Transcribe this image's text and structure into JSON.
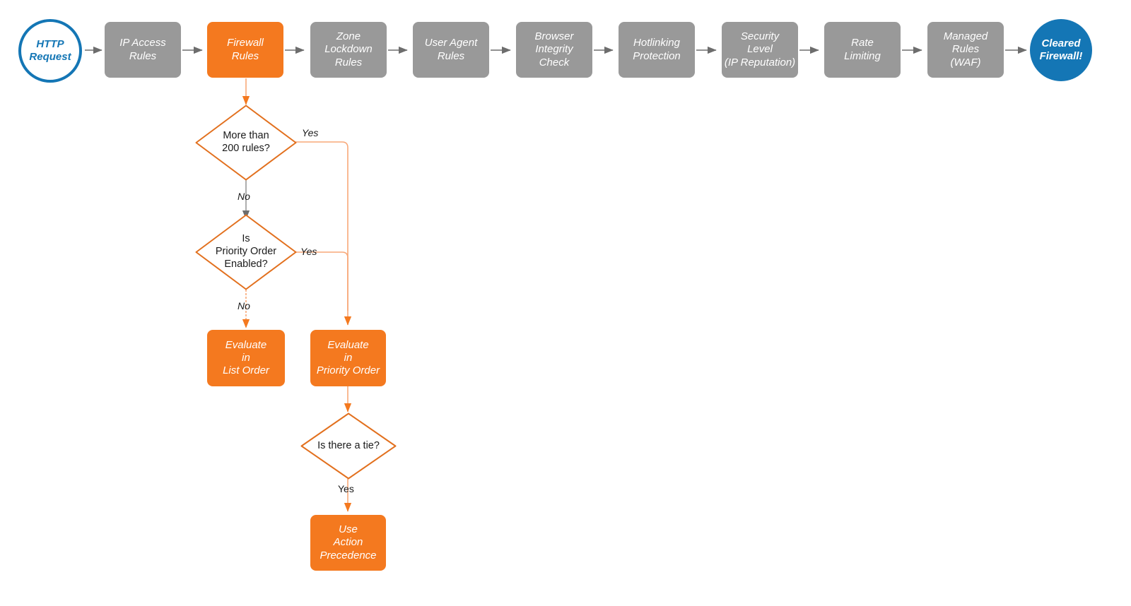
{
  "diagram": {
    "title": "Cloudflare request firewall evaluation order flowchart",
    "colors": {
      "grey_fill": "#999999",
      "orange_fill": "#F4791F",
      "orange_stroke": "#E2701E",
      "orange_edge_light": "#F8A878",
      "blue": "#1476B5",
      "grey_edge": "#6D6D6D",
      "text_dark": "#1a1a1a",
      "background": "#ffffff"
    },
    "pipeline": [
      {
        "id": "http-request",
        "label": "HTTP\nRequest",
        "shape": "circle-open",
        "style": "blue"
      },
      {
        "id": "ip-access-rules",
        "label": "IP Access\nRules",
        "shape": "box",
        "style": "grey"
      },
      {
        "id": "firewall-rules",
        "label": "Firewall\nRules",
        "shape": "box",
        "style": "orange"
      },
      {
        "id": "zone-lockdown-rules",
        "label": "Zone\nLockdown\nRules",
        "shape": "box",
        "style": "grey"
      },
      {
        "id": "user-agent-rules",
        "label": "User Agent\nRules",
        "shape": "box",
        "style": "grey"
      },
      {
        "id": "browser-integrity",
        "label": "Browser\nIntegrity\nCheck",
        "shape": "box",
        "style": "grey"
      },
      {
        "id": "hotlinking",
        "label": "Hotlinking\nProtection",
        "shape": "box",
        "style": "grey"
      },
      {
        "id": "security-level",
        "label": "Security\nLevel\n(IP Reputation)",
        "shape": "box",
        "style": "grey"
      },
      {
        "id": "rate-limiting",
        "label": "Rate\nLimiting",
        "shape": "box",
        "style": "grey"
      },
      {
        "id": "managed-rules-waf",
        "label": "Managed\nRules\n(WAF)",
        "shape": "box",
        "style": "grey"
      },
      {
        "id": "cleared-firewall",
        "label": "Cleared\nFirewall!",
        "shape": "circle-filled",
        "style": "blue"
      }
    ],
    "decisions": [
      {
        "id": "more-than-200-rules",
        "label": "More than\n200 rules?"
      },
      {
        "id": "priority-order-enabled",
        "label": "Is\nPriority Order\nEnabled?"
      },
      {
        "id": "is-there-a-tie",
        "label": "Is there a tie?"
      }
    ],
    "outcomes": [
      {
        "id": "evaluate-list-order",
        "label": "Evaluate\nin\nList Order"
      },
      {
        "id": "evaluate-priority-order",
        "label": "Evaluate\nin\nPriority Order"
      },
      {
        "id": "use-action-precedence",
        "label": "Use\nAction\nPrecedence"
      }
    ],
    "edge_labels": {
      "yes_more_than_200": "Yes",
      "no_more_than_200": "No",
      "yes_priority_order": "Yes",
      "no_priority_order": "No",
      "yes_tie": "Yes"
    }
  },
  "chart_data": {
    "type": "diagram",
    "nodes": [
      "HTTP Request",
      "IP Access Rules",
      "Firewall Rules",
      "Zone Lockdown Rules",
      "User Agent Rules",
      "Browser Integrity Check",
      "Hotlinking Protection",
      "Security Level (IP Reputation)",
      "Rate Limiting",
      "Managed Rules (WAF)",
      "Cleared Firewall!",
      "More than 200 rules?",
      "Is Priority Order Enabled?",
      "Is there a tie?",
      "Evaluate in List Order",
      "Evaluate in Priority Order",
      "Use Action Precedence"
    ],
    "edges": [
      {
        "from": "HTTP Request",
        "to": "IP Access Rules",
        "label": ""
      },
      {
        "from": "IP Access Rules",
        "to": "Firewall Rules",
        "label": ""
      },
      {
        "from": "Firewall Rules",
        "to": "Zone Lockdown Rules",
        "label": ""
      },
      {
        "from": "Zone Lockdown Rules",
        "to": "User Agent Rules",
        "label": ""
      },
      {
        "from": "User Agent Rules",
        "to": "Browser Integrity Check",
        "label": ""
      },
      {
        "from": "Browser Integrity Check",
        "to": "Hotlinking Protection",
        "label": ""
      },
      {
        "from": "Hotlinking Protection",
        "to": "Security Level (IP Reputation)",
        "label": ""
      },
      {
        "from": "Security Level (IP Reputation)",
        "to": "Rate Limiting",
        "label": ""
      },
      {
        "from": "Rate Limiting",
        "to": "Managed Rules (WAF)",
        "label": ""
      },
      {
        "from": "Managed Rules (WAF)",
        "to": "Cleared Firewall!",
        "label": ""
      },
      {
        "from": "Firewall Rules",
        "to": "More than 200 rules?",
        "label": ""
      },
      {
        "from": "More than 200 rules?",
        "to": "Evaluate in Priority Order",
        "label": "Yes"
      },
      {
        "from": "More than 200 rules?",
        "to": "Is Priority Order Enabled?",
        "label": "No"
      },
      {
        "from": "Is Priority Order Enabled?",
        "to": "Evaluate in Priority Order",
        "label": "Yes"
      },
      {
        "from": "Is Priority Order Enabled?",
        "to": "Evaluate in List Order",
        "label": "No"
      },
      {
        "from": "Evaluate in Priority Order",
        "to": "Is there a tie?",
        "label": ""
      },
      {
        "from": "Is there a tie?",
        "to": "Use Action Precedence",
        "label": "Yes"
      }
    ]
  }
}
